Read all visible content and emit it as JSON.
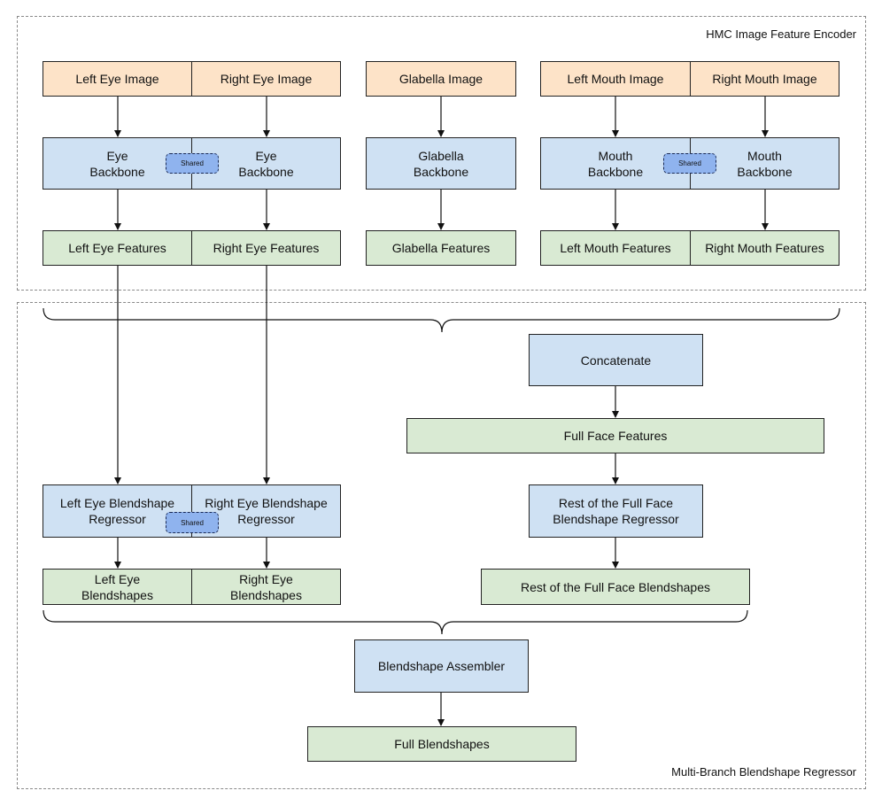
{
  "regions": {
    "encoder_label": "HMC Image Feature Encoder",
    "regressor_label": "Multi-Branch Blendshape Regressor"
  },
  "images": {
    "left_eye": "Left Eye Image",
    "right_eye": "Right Eye Image",
    "glabella": "Glabella Image",
    "left_mouth": "Left Mouth Image",
    "right_mouth": "Right Mouth Image"
  },
  "backbones": {
    "eye_left": "Eye\nBackbone",
    "eye_right": "Eye\nBackbone",
    "glabella": "Glabella\nBackbone",
    "mouth_left": "Mouth\nBackbone",
    "mouth_right": "Mouth\nBackbone",
    "shared": "Shared"
  },
  "features": {
    "left_eye": "Left Eye Features",
    "right_eye": "Right Eye Features",
    "glabella": "Glabella Features",
    "left_mouth": "Left Mouth Features",
    "right_mouth": "Right Mouth Features"
  },
  "regressor": {
    "concatenate": "Concatenate",
    "full_face_features": "Full Face Features",
    "left_eye_regressor": "Left Eye Blendshape\nRegressor",
    "right_eye_regressor": "Right Eye Blendshape\nRegressor",
    "shared": "Shared",
    "rest_regressor": "Rest of the Full Face\nBlendshape Regressor",
    "left_eye_blendshapes": "Left Eye\nBlendshapes",
    "right_eye_blendshapes": "Right Eye\nBlendshapes",
    "rest_blendshapes": "Rest of the Full Face Blendshapes",
    "assembler": "Blendshape Assembler",
    "full_blendshapes": "Full Blendshapes"
  }
}
